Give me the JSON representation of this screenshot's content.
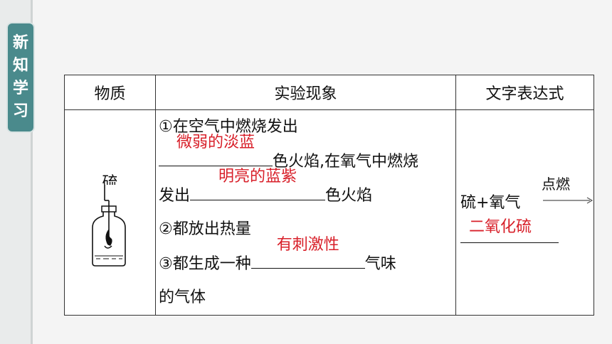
{
  "section_tab": [
    "新",
    "知",
    "学",
    "习"
  ],
  "table": {
    "headers": [
      "物质",
      "实验现象",
      "文字表达式"
    ],
    "material": "硫",
    "phenomena": {
      "line1": "①在空气中燃烧发出",
      "answer1": "微弱的淡蓝",
      "line2_after": "色火焰,在氧气中燃烧",
      "line3_before": "发出",
      "answer2": "明亮的蓝紫",
      "line3_after": "色火焰",
      "line4": "②都放出热量",
      "line5_before": "③都生成一种",
      "answer3": "有刺激性",
      "line5_after": "气味",
      "line6": "的气体"
    },
    "equation": {
      "reactants": "硫+氧气",
      "condition": "点燃",
      "product": "二氧化硫"
    }
  },
  "colors": {
    "answer": "#d8202a",
    "tab": "#4a8a8c"
  }
}
